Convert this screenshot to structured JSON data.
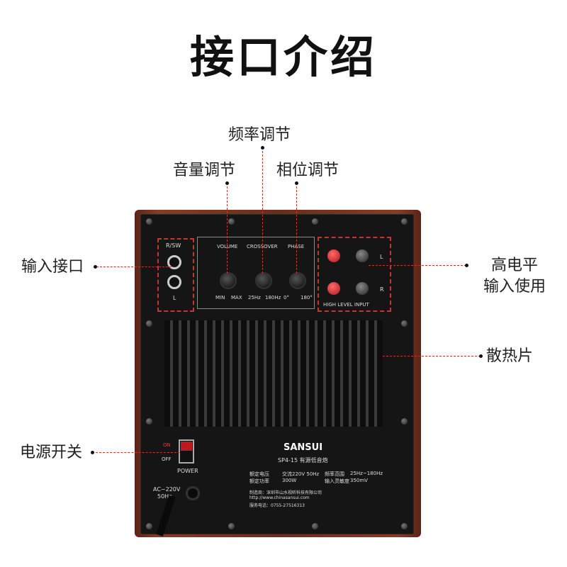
{
  "title": "接口介绍",
  "callouts": {
    "frequency": "频率调节",
    "volume": "音量调节",
    "phase": "相位调节",
    "input": "输入接口",
    "high_level_1": "高电平",
    "high_level_2": "输入使用",
    "heatsink": "散热片",
    "power": "电源开关"
  },
  "panel": {
    "rsw": "R/SW",
    "l": "L",
    "r": "R",
    "volume": "VOLUME",
    "crossover": "CROSSOVER",
    "phase": "PHASE",
    "min": "MIN",
    "max": "MAX",
    "f_low": "25Hz",
    "f_high": "180Hz",
    "ph_0": "0°",
    "ph_180": "180°",
    "high_level_input": "HIGH  LEVEL  INPUT",
    "on": "ON",
    "off": "OFF",
    "power": "POWER",
    "ac": "AC~220V",
    "hz": "50Hz",
    "brand": "SANSUI",
    "model": "SP4-15 有源低音炮",
    "spec_v_label": "额定电压",
    "spec_v": "交流220V 50Hz",
    "spec_f_label": "频率范围",
    "spec_f": "25Hz~180Hz",
    "spec_p_label": "额定功率",
    "spec_p": "300W",
    "spec_s_label": "输入灵敏度",
    "spec_s": "350mV",
    "maker": "制造商：深圳市山水视听科技有限公司",
    "web": "http://www.chinasansui.com",
    "tel": "服务电话：0755-27516313"
  },
  "colors": {
    "accent": "#c0392b",
    "wood": "#7a3222",
    "plate": "#151515"
  }
}
